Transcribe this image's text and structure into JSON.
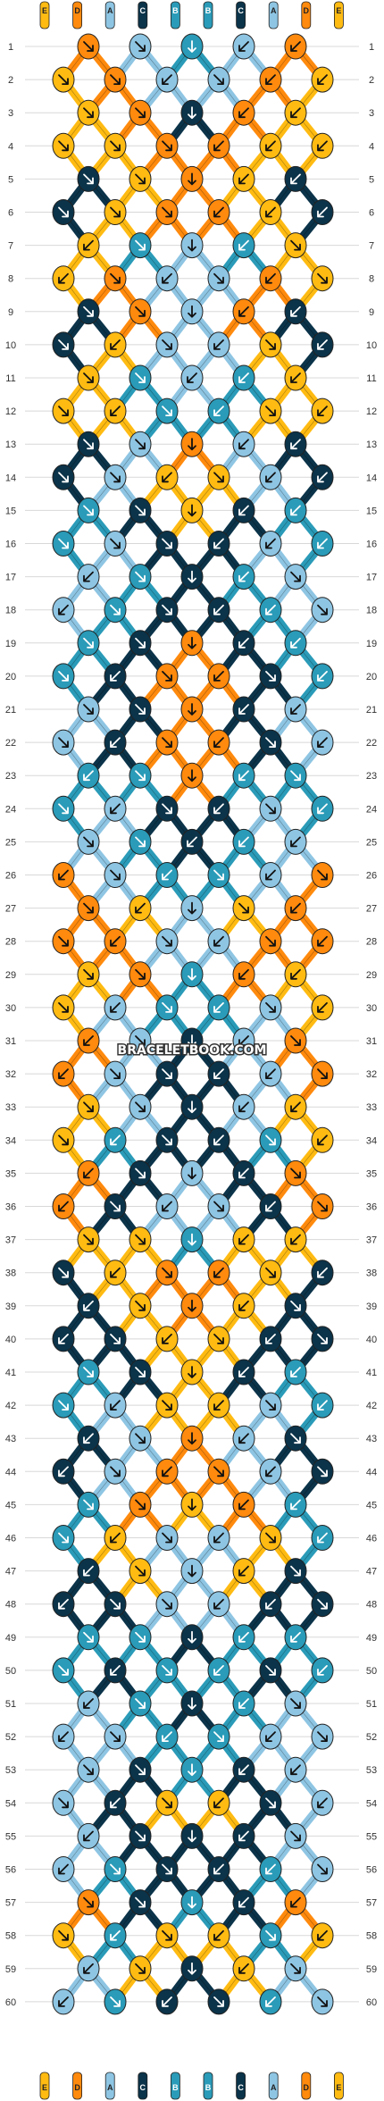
{
  "watermark": "BRACELETBOOK.COM",
  "colors": {
    "A": "#8ec5e3",
    "B": "#2a9bb8",
    "C": "#0b3349",
    "D": "#ff8a0d",
    "E": "#ffbb12",
    "background": "#ffffff",
    "rule": "#d8d8d8"
  },
  "top_strands": [
    "E",
    "D",
    "A",
    "C",
    "B",
    "B",
    "C",
    "A",
    "D",
    "E"
  ],
  "bottom_strands": [
    "E",
    "D",
    "A",
    "C",
    "B",
    "B",
    "C",
    "A",
    "D",
    "E"
  ],
  "row_count": 60,
  "row_labels_left": [
    "1",
    "2",
    "3",
    "4",
    "5",
    "6",
    "7",
    "8",
    "9",
    "10",
    "11",
    "12",
    "13",
    "14",
    "15",
    "16",
    "17",
    "18",
    "19",
    "20",
    "21",
    "22",
    "23",
    "24",
    "25",
    "26",
    "27",
    "28",
    "29",
    "30",
    "31",
    "32",
    "33",
    "34",
    "35",
    "36",
    "37",
    "38",
    "39",
    "40",
    "41",
    "42",
    "43",
    "44",
    "45",
    "46",
    "47",
    "48",
    "49",
    "50",
    "51",
    "52",
    "53",
    "54",
    "55",
    "56",
    "57",
    "58",
    "59",
    "60"
  ],
  "row_labels_right": [
    "1",
    "2",
    "3",
    "4",
    "5",
    "6",
    "7",
    "8",
    "9",
    "10",
    "11",
    "12",
    "13",
    "14",
    "15",
    "16",
    "17",
    "18",
    "19",
    "20",
    "21",
    "22",
    "23",
    "24",
    "25",
    "26",
    "27",
    "28",
    "29",
    "30",
    "31",
    "32",
    "33",
    "34",
    "35",
    "36",
    "37",
    "38",
    "39",
    "40",
    "41",
    "42",
    "43",
    "44",
    "45",
    "46",
    "47",
    "48",
    "49",
    "50",
    "51",
    "52",
    "53",
    "54",
    "55",
    "56",
    "57",
    "58",
    "59",
    "60"
  ],
  "knot_rows": [
    [
      "D",
      "A",
      "B",
      "A",
      "D"
    ],
    [
      "E",
      "D",
      "A",
      "A",
      "D",
      "E"
    ],
    [
      "E",
      "D",
      "C",
      "D",
      "E"
    ],
    [
      "E",
      "E",
      "D",
      "D",
      "E",
      "E"
    ],
    [
      "C",
      "E",
      "D",
      "E",
      "C"
    ],
    [
      "C",
      "E",
      "D",
      "D",
      "E",
      "C"
    ],
    [
      "E",
      "B",
      "A",
      "B",
      "E"
    ],
    [
      "E",
      "D",
      "A",
      "A",
      "D",
      "E"
    ],
    [
      "C",
      "D",
      "A",
      "D",
      "C"
    ],
    [
      "C",
      "E",
      "A",
      "A",
      "E",
      "C"
    ],
    [
      "E",
      "B",
      "A",
      "B",
      "E"
    ],
    [
      "E",
      "E",
      "B",
      "B",
      "E",
      "E"
    ],
    [
      "C",
      "A",
      "D",
      "A",
      "C"
    ],
    [
      "C",
      "A",
      "E",
      "E",
      "A",
      "C"
    ],
    [
      "B",
      "C",
      "E",
      "C",
      "B"
    ],
    [
      "B",
      "A",
      "C",
      "C",
      "A",
      "B"
    ],
    [
      "A",
      "B",
      "C",
      "B",
      "A"
    ],
    [
      "A",
      "B",
      "C",
      "C",
      "B",
      "A"
    ],
    [
      "B",
      "C",
      "D",
      "C",
      "B"
    ],
    [
      "B",
      "C",
      "D",
      "D",
      "C",
      "B"
    ],
    [
      "A",
      "C",
      "D",
      "C",
      "A"
    ],
    [
      "A",
      "C",
      "D",
      "D",
      "C",
      "A"
    ],
    [
      "B",
      "B",
      "D",
      "B",
      "B"
    ],
    [
      "B",
      "A",
      "C",
      "C",
      "A",
      "B"
    ],
    [
      "A",
      "B",
      "C",
      "B",
      "A"
    ],
    [
      "D",
      "A",
      "B",
      "B",
      "A",
      "D"
    ],
    [
      "D",
      "E",
      "A",
      "E",
      "D"
    ],
    [
      "D",
      "D",
      "A",
      "A",
      "D",
      "D"
    ],
    [
      "E",
      "D",
      "B",
      "D",
      "E"
    ],
    [
      "E",
      "A",
      "B",
      "B",
      "A",
      "E"
    ],
    [
      "D",
      "A",
      "C",
      "A",
      "D"
    ],
    [
      "D",
      "A",
      "C",
      "C",
      "A",
      "D"
    ],
    [
      "E",
      "A",
      "C",
      "A",
      "E"
    ],
    [
      "E",
      "B",
      "C",
      "C",
      "B",
      "E"
    ],
    [
      "D",
      "C",
      "A",
      "C",
      "D"
    ],
    [
      "D",
      "C",
      "A",
      "A",
      "C",
      "D"
    ],
    [
      "E",
      "E",
      "B",
      "E",
      "E"
    ],
    [
      "C",
      "E",
      "D",
      "D",
      "E",
      "C"
    ],
    [
      "C",
      "E",
      "D",
      "E",
      "C"
    ],
    [
      "C",
      "C",
      "E",
      "E",
      "C",
      "C"
    ],
    [
      "B",
      "C",
      "E",
      "C",
      "B"
    ],
    [
      "B",
      "A",
      "E",
      "E",
      "A",
      "B"
    ],
    [
      "C",
      "A",
      "D",
      "A",
      "C"
    ],
    [
      "C",
      "A",
      "D",
      "D",
      "A",
      "C"
    ],
    [
      "B",
      "D",
      "E",
      "D",
      "B"
    ],
    [
      "B",
      "E",
      "A",
      "A",
      "E",
      "B"
    ],
    [
      "C",
      "E",
      "A",
      "E",
      "C"
    ],
    [
      "C",
      "C",
      "A",
      "A",
      "C",
      "C"
    ],
    [
      "B",
      "B",
      "C",
      "B",
      "B"
    ],
    [
      "B",
      "C",
      "B",
      "B",
      "C",
      "B"
    ],
    [
      "A",
      "B",
      "C",
      "B",
      "A"
    ],
    [
      "A",
      "A",
      "B",
      "B",
      "A",
      "A"
    ],
    [
      "A",
      "C",
      "B",
      "C",
      "A"
    ],
    [
      "A",
      "C",
      "E",
      "E",
      "C",
      "A"
    ],
    [
      "A",
      "C",
      "C",
      "C",
      "A"
    ],
    [
      "A",
      "B",
      "C",
      "C",
      "B",
      "A"
    ],
    [
      "D",
      "C",
      "B",
      "C",
      "D"
    ],
    [
      "E",
      "B",
      "E",
      "E",
      "B",
      "E"
    ],
    [
      "A",
      "E",
      "C",
      "E",
      "A"
    ],
    [
      "A",
      "B",
      "C",
      "C",
      "B",
      "A"
    ]
  ],
  "knot_arrows": [
    [
      "se",
      "se",
      "s",
      "sw",
      "sw"
    ],
    [
      "se",
      "se",
      "sw",
      "se",
      "sw",
      "sw"
    ],
    [
      "se",
      "se",
      "s",
      "sw",
      "sw"
    ],
    [
      "se",
      "se",
      "se",
      "sw",
      "sw",
      "sw"
    ],
    [
      "se",
      "se",
      "s",
      "sw",
      "sw"
    ],
    [
      "se",
      "se",
      "se",
      "sw",
      "sw",
      "sw"
    ],
    [
      "sw",
      "se",
      "s",
      "sw",
      "se"
    ],
    [
      "sw",
      "se",
      "sw",
      "se",
      "sw",
      "se"
    ],
    [
      "se",
      "se",
      "s",
      "sw",
      "sw"
    ],
    [
      "se",
      "sw",
      "se",
      "sw",
      "se",
      "sw"
    ],
    [
      "se",
      "se",
      "sw",
      "sw",
      "sw"
    ],
    [
      "se",
      "sw",
      "se",
      "sw",
      "se",
      "sw"
    ],
    [
      "se",
      "se",
      "s",
      "sw",
      "sw"
    ],
    [
      "se",
      "se",
      "sw",
      "se",
      "sw",
      "sw"
    ],
    [
      "se",
      "se",
      "s",
      "sw",
      "sw"
    ],
    [
      "se",
      "se",
      "se",
      "sw",
      "sw",
      "sw"
    ],
    [
      "sw",
      "se",
      "s",
      "sw",
      "se"
    ],
    [
      "sw",
      "se",
      "se",
      "sw",
      "sw",
      "se"
    ],
    [
      "se",
      "se",
      "s",
      "sw",
      "sw"
    ],
    [
      "se",
      "sw",
      "se",
      "sw",
      "se",
      "sw"
    ],
    [
      "se",
      "se",
      "s",
      "sw",
      "sw"
    ],
    [
      "se",
      "sw",
      "se",
      "sw",
      "se",
      "sw"
    ],
    [
      "sw",
      "se",
      "s",
      "sw",
      "se"
    ],
    [
      "se",
      "sw",
      "se",
      "sw",
      "se",
      "sw"
    ],
    [
      "se",
      "se",
      "sw",
      "sw",
      "sw"
    ],
    [
      "sw",
      "se",
      "sw",
      "se",
      "sw",
      "se"
    ],
    [
      "se",
      "sw",
      "s",
      "se",
      "sw"
    ],
    [
      "se",
      "sw",
      "se",
      "sw",
      "se",
      "sw"
    ],
    [
      "se",
      "se",
      "s",
      "sw",
      "sw"
    ],
    [
      "se",
      "sw",
      "se",
      "sw",
      "se",
      "sw"
    ],
    [
      "sw",
      "se",
      "s",
      "sw",
      "se"
    ],
    [
      "sw",
      "se",
      "se",
      "sw",
      "sw",
      "se"
    ],
    [
      "se",
      "se",
      "s",
      "sw",
      "sw"
    ],
    [
      "se",
      "sw",
      "se",
      "sw",
      "se",
      "sw"
    ],
    [
      "sw",
      "se",
      "s",
      "sw",
      "se"
    ],
    [
      "sw",
      "se",
      "sw",
      "se",
      "sw",
      "se"
    ],
    [
      "se",
      "se",
      "s",
      "sw",
      "sw"
    ],
    [
      "se",
      "sw",
      "se",
      "sw",
      "se",
      "sw"
    ],
    [
      "sw",
      "se",
      "s",
      "sw",
      "se"
    ],
    [
      "sw",
      "se",
      "sw",
      "se",
      "sw",
      "se"
    ],
    [
      "se",
      "se",
      "s",
      "sw",
      "sw"
    ],
    [
      "se",
      "sw",
      "se",
      "sw",
      "se",
      "sw"
    ],
    [
      "sw",
      "se",
      "s",
      "sw",
      "se"
    ],
    [
      "sw",
      "se",
      "sw",
      "se",
      "sw",
      "se"
    ],
    [
      "se",
      "se",
      "s",
      "sw",
      "sw"
    ],
    [
      "se",
      "sw",
      "se",
      "sw",
      "se",
      "sw"
    ],
    [
      "sw",
      "se",
      "s",
      "sw",
      "se"
    ],
    [
      "sw",
      "se",
      "se",
      "sw",
      "sw",
      "se"
    ],
    [
      "se",
      "se",
      "s",
      "sw",
      "sw"
    ],
    [
      "se",
      "sw",
      "se",
      "sw",
      "se",
      "sw"
    ],
    [
      "sw",
      "se",
      "s",
      "sw",
      "se"
    ],
    [
      "sw",
      "se",
      "sw",
      "se",
      "sw",
      "se"
    ],
    [
      "se",
      "se",
      "s",
      "sw",
      "sw"
    ],
    [
      "se",
      "sw",
      "se",
      "sw",
      "se",
      "sw"
    ],
    [
      "sw",
      "se",
      "s",
      "sw",
      "se"
    ],
    [
      "sw",
      "se",
      "se",
      "sw",
      "sw",
      "se"
    ],
    [
      "se",
      "se",
      "s",
      "sw",
      "sw"
    ],
    [
      "se",
      "sw",
      "se",
      "sw",
      "se",
      "sw"
    ],
    [
      "sw",
      "se",
      "s",
      "sw",
      "se"
    ],
    [
      "sw",
      "se",
      "sw",
      "se",
      "sw",
      "se"
    ]
  ]
}
